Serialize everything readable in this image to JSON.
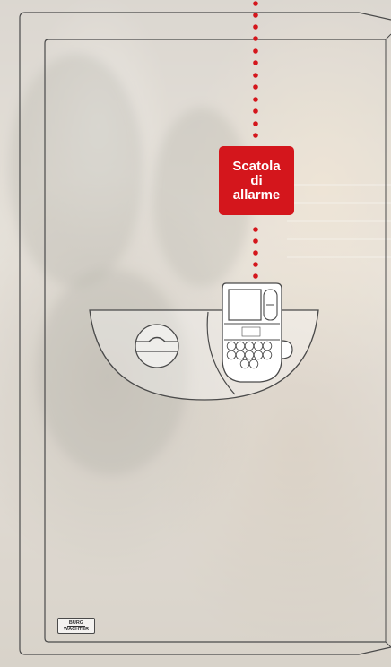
{
  "callout": {
    "lines": [
      "Scatola",
      "di",
      "allarme"
    ],
    "color": "#d4161c"
  },
  "brand": {
    "line1": "BURG",
    "line2": "WÄCHTER"
  },
  "colors": {
    "outline": "#4a4a4a",
    "label_text": "#ffffff"
  }
}
